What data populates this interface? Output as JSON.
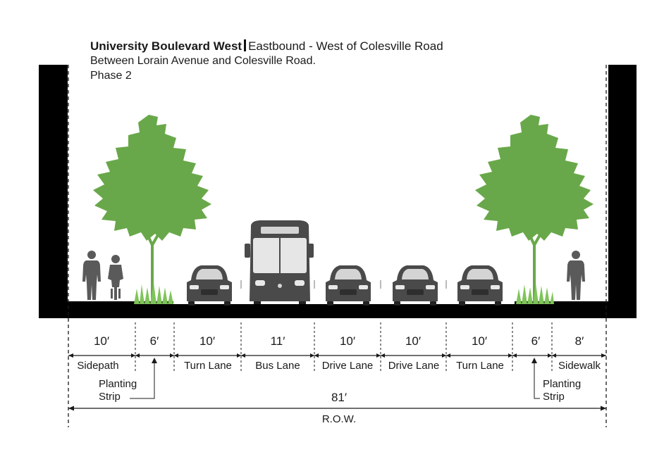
{
  "title": {
    "road_name": "University Boulevard West",
    "direction": "Eastbound - West of Colesville Road",
    "segment": "Between Lorain Avenue and Colesville Road.",
    "phase": "Phase 2"
  },
  "segments": [
    {
      "width": "10′",
      "label": "Sidepath"
    },
    {
      "width": "6′",
      "label": "Planting Strip"
    },
    {
      "width": "10′",
      "label": "Turn Lane"
    },
    {
      "width": "11′",
      "label": "Bus Lane"
    },
    {
      "width": "10′",
      "label": "Drive Lane"
    },
    {
      "width": "10′",
      "label": "Drive Lane"
    },
    {
      "width": "10′",
      "label": "Turn Lane"
    },
    {
      "width": "6′",
      "label": "Planting Strip"
    },
    {
      "width": "8′",
      "label": "Sidewalk"
    }
  ],
  "labels": {
    "planting_left_line1": "Planting",
    "planting_left_line2": "Strip",
    "planting_right_line1": "Planting",
    "planting_right_line2": "Strip"
  },
  "total": {
    "width": "81′",
    "label": "R.O.W."
  },
  "colors": {
    "tree": "#69a84a",
    "grass": "#7fc45a",
    "vehicle": "#4a4a4a",
    "ground": "#000000",
    "pedestrian": "#5a5a5a"
  },
  "icons": [
    "tree-icon",
    "pedestrian-icon",
    "cyclist-icon",
    "car-icon",
    "bus-icon",
    "grass-icon"
  ]
}
